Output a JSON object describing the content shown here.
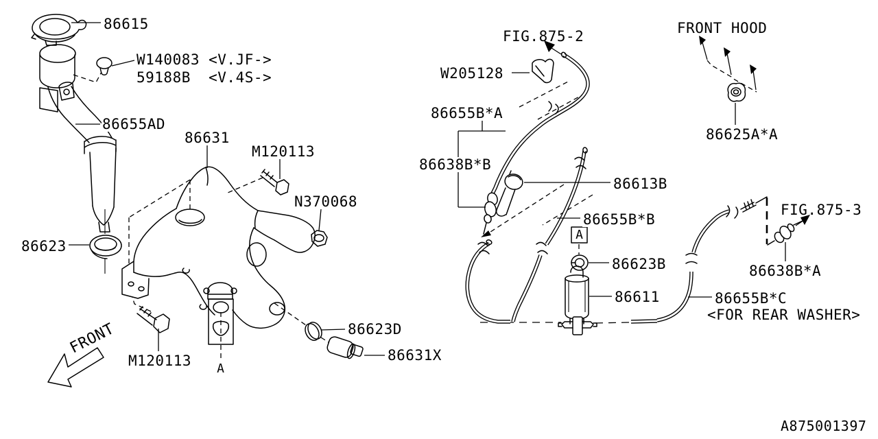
{
  "page": {
    "background": "#ffffff",
    "line_color": "#000000"
  },
  "diagram": {
    "type": "automotive-parts-diagram",
    "subject": "windshield washer reservoir and pump",
    "figure_refs": [
      "FIG.875-2",
      "FIG.875-3"
    ],
    "doc_number": "A875001397"
  },
  "labels": {
    "cap": "86615",
    "packing_line1": "W140083 <V.JF->",
    "packing_line2": "59188B  <V.4S->",
    "filler_neck": "86655AD",
    "tank": "86631",
    "bolt_upper": "M120113",
    "nut": "N370068",
    "grommet_filler": "86623",
    "bolt_lower": "M120113",
    "packing_pump": "86623D",
    "pump_front": "86631X",
    "front_arrow": "FRONT",
    "fig_ref_front": "FIG.875-2",
    "clip": "W205128",
    "hose_front": "86655B*A",
    "valve_front": "86638B*B",
    "joint": "86613B",
    "hose_mid": "86655B*B",
    "callout_a": "A",
    "grommet_rear": "86623B",
    "pump_rear": "86611",
    "front_hood": "FRONT HOOD",
    "nozzle": "86625A*A",
    "fig_ref_rear": "FIG.875-3",
    "valve_rear": "86638B*A",
    "hose_rear": "86655B*C",
    "hose_rear_note": "<FOR REAR WASHER>",
    "doc_number": "A875001397"
  }
}
